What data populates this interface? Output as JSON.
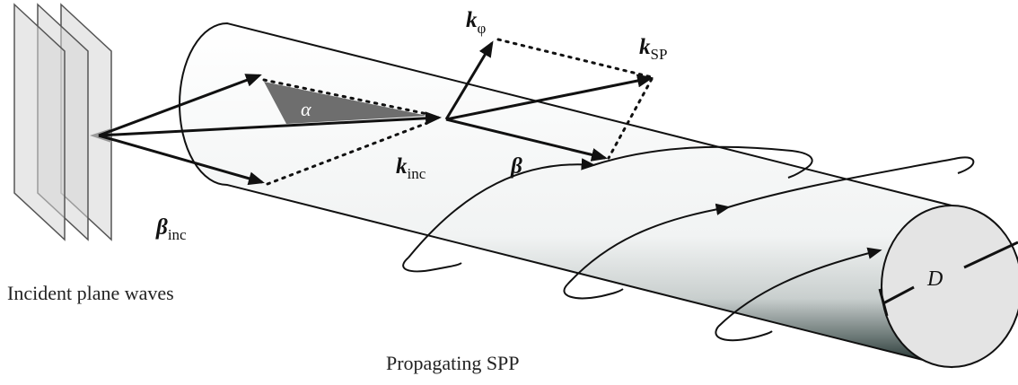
{
  "labels": {
    "k_phi": {
      "main": "k",
      "sub": "φ"
    },
    "k_sp": {
      "main": "k",
      "sub": "SP"
    },
    "k_inc": {
      "main": "k",
      "sub": "inc"
    },
    "beta": {
      "main": "β"
    },
    "beta_inc": {
      "main": "β",
      "sub": "inc"
    },
    "alpha": "α",
    "diameter": "D"
  },
  "captions": {
    "incident": "Incident plane waves",
    "propagating": "Propagating SPP"
  },
  "colors": {
    "stroke": "#111111",
    "cylinder_light": "#ffffff",
    "cylinder_dark": "#1a2a28",
    "angle_fill": "#6e6e6e",
    "plane_fill": "#d6d6d6",
    "end_cap": "#e4e4e4"
  }
}
